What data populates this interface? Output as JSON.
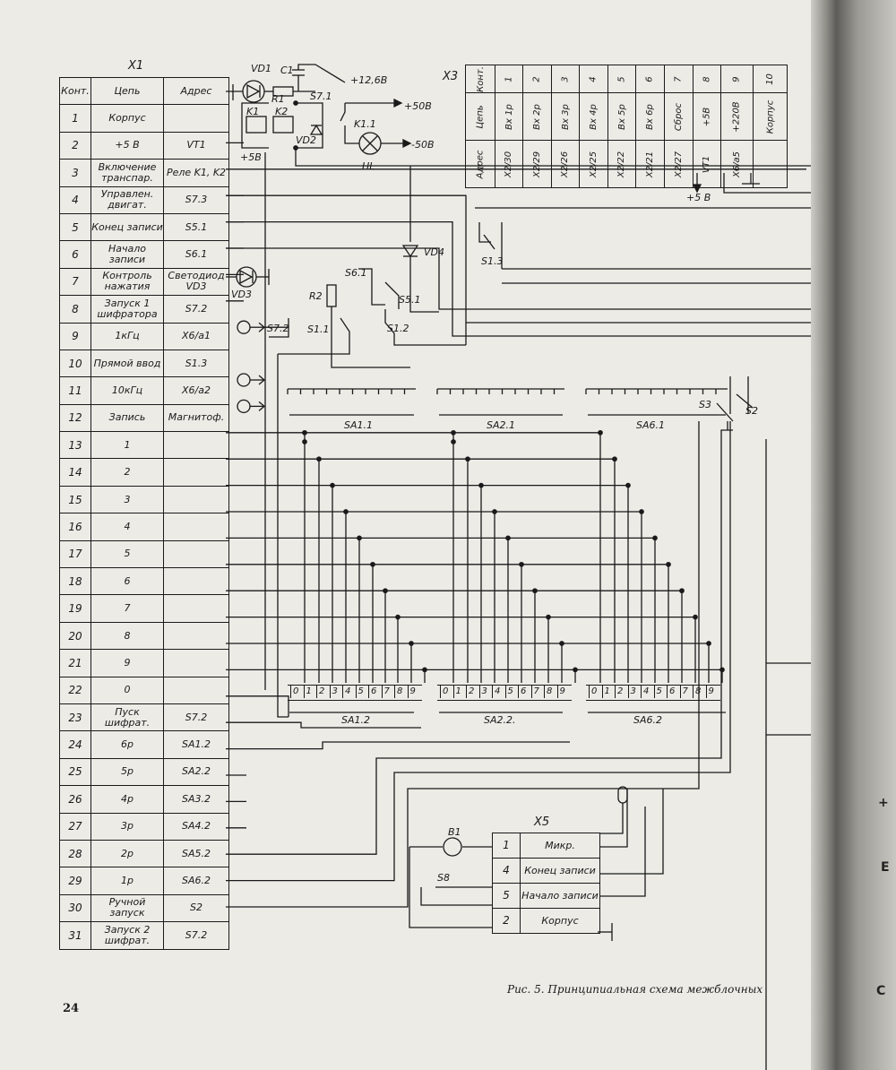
{
  "x1": {
    "title": "X1",
    "headers": [
      "Конт.",
      "Цепь",
      "Адрес"
    ],
    "rows": [
      [
        "1",
        "Корпус",
        ""
      ],
      [
        "2",
        "+5 В",
        "VT1"
      ],
      [
        "3",
        "Включение транспар.",
        "Реле K1, K2"
      ],
      [
        "4",
        "Управлен. двигат.",
        "S7.3"
      ],
      [
        "5",
        "Конец записи",
        "S5.1"
      ],
      [
        "6",
        "Начало записи",
        "S6.1"
      ],
      [
        "7",
        "Контроль нажатия",
        "Светодиод VD3"
      ],
      [
        "8",
        "Запуск 1 шифратора",
        "S7.2"
      ],
      [
        "9",
        "1кГц",
        "X6/а1"
      ],
      [
        "10",
        "Прямой ввод",
        "S1.3"
      ],
      [
        "11",
        "10кГц",
        "X6/а2"
      ],
      [
        "12",
        "Запись",
        "Магнитоф."
      ],
      [
        "13",
        "1",
        ""
      ],
      [
        "14",
        "2",
        ""
      ],
      [
        "15",
        "3",
        ""
      ],
      [
        "16",
        "4",
        ""
      ],
      [
        "17",
        "5",
        ""
      ],
      [
        "18",
        "6",
        ""
      ],
      [
        "19",
        "7",
        ""
      ],
      [
        "20",
        "8",
        ""
      ],
      [
        "21",
        "9",
        ""
      ],
      [
        "22",
        "0",
        ""
      ],
      [
        "23",
        "Пуск шифрат.",
        "S7.2"
      ],
      [
        "24",
        "6р",
        "SA1.2"
      ],
      [
        "25",
        "5р",
        "SA2.2"
      ],
      [
        "26",
        "4р",
        "SA3.2"
      ],
      [
        "27",
        "3р",
        "SA4.2"
      ],
      [
        "28",
        "2р",
        "SA5.2"
      ],
      [
        "29",
        "1р",
        "SA6.2"
      ],
      [
        "30",
        "Ручной запуск",
        "S2"
      ],
      [
        "31",
        "Запуск 2 шифрат.",
        "S7.2"
      ]
    ]
  },
  "x3": {
    "title": "X3",
    "row_labels": [
      "Конт.",
      "Цепь",
      "Адрес"
    ],
    "contacts": [
      "1",
      "2",
      "3",
      "4",
      "5",
      "6",
      "7",
      "8",
      "9",
      "10"
    ],
    "circuits": [
      "Вх 1р",
      "Вх 2р",
      "Вх 3р",
      "Вх 4р",
      "Вх 5р",
      "Вх 6р",
      "Сброс",
      "+5В",
      "+220В",
      "Корпус"
    ],
    "addresses": [
      "Х2/30",
      "Х2/29",
      "Х2/26",
      "Х2/25",
      "Х2/22",
      "Х2/21",
      "Х2/27",
      "VT1",
      "Х6/а5",
      ""
    ]
  },
  "x5": {
    "title": "X5",
    "rows": [
      [
        "1",
        "Микр."
      ],
      [
        "4",
        "Конец записи"
      ],
      [
        "5",
        "Начало записи"
      ],
      [
        "2",
        "Корпус"
      ]
    ]
  },
  "components": {
    "vd1": "VD1",
    "c1": "C1",
    "r1": "R1",
    "s71": "S7.1",
    "k1": "K1",
    "k2": "K2",
    "vd2": "VD2",
    "k11": "K1.1",
    "hl": "HL",
    "vd4": "VD4",
    "vd3": "VD3",
    "s61": "S6.1",
    "s51": "S5.1",
    "r2": "R2",
    "s72": "S7.2",
    "s11": "S1.1",
    "s12": "S1.2",
    "s13": "S1.3",
    "s3": "S3",
    "s2": "S2",
    "b1": "B1",
    "s8": "S8"
  },
  "voltages": {
    "v126": "+12,6В",
    "v50p": "+50В",
    "v50n": "-50В",
    "v5a": "+5В",
    "v5b": "+5 В"
  },
  "switches": {
    "top": [
      "SA1.1",
      "SA2.1",
      "SA6.1"
    ],
    "bottom": [
      "SA1.2",
      "SA2.2.",
      "SA6.2"
    ],
    "digits": [
      "0",
      "1",
      "2",
      "3",
      "4",
      "5",
      "6",
      "7",
      "8",
      "9"
    ]
  },
  "caption": "Рис. 5. Принципиальная схема межблочных",
  "page_number": "24",
  "spine_marks": [
    "+",
    "Е",
    "С"
  ]
}
